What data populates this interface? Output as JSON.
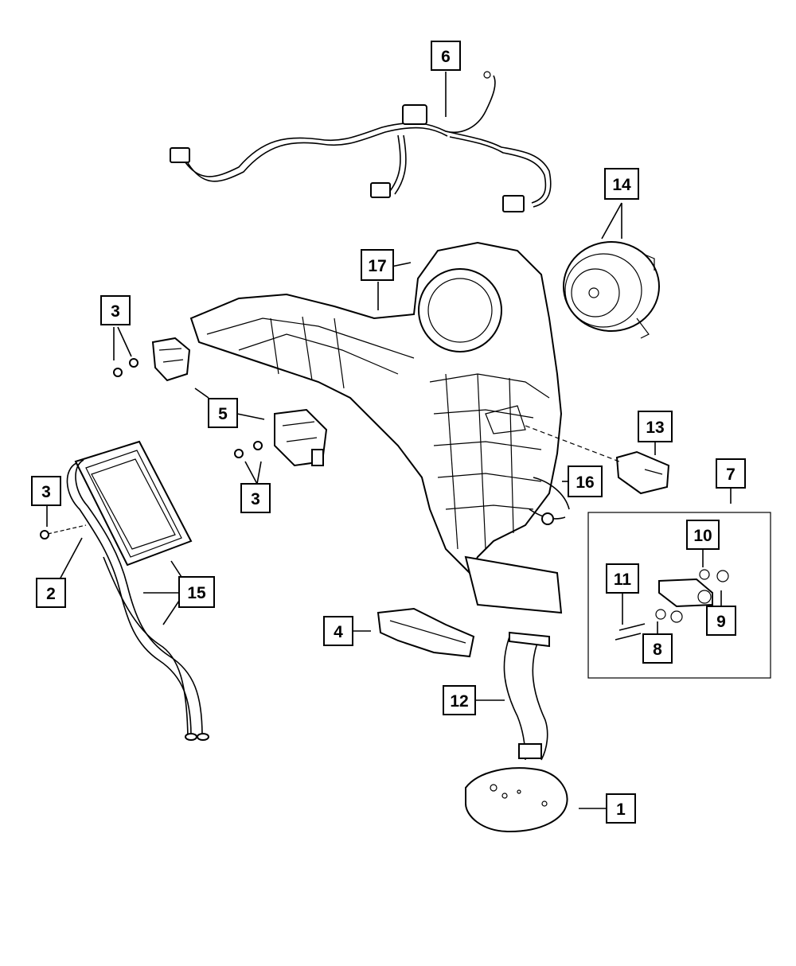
{
  "callouts": [
    {
      "id": "c1",
      "label": "1"
    },
    {
      "id": "c2",
      "label": "2"
    },
    {
      "id": "c3a",
      "label": "3"
    },
    {
      "id": "c3b",
      "label": "3"
    },
    {
      "id": "c3c",
      "label": "3"
    },
    {
      "id": "c4",
      "label": "4"
    },
    {
      "id": "c5",
      "label": "5"
    },
    {
      "id": "c6",
      "label": "6"
    },
    {
      "id": "c7",
      "label": "7"
    },
    {
      "id": "c8",
      "label": "8"
    },
    {
      "id": "c9",
      "label": "9"
    },
    {
      "id": "c10",
      "label": "10"
    },
    {
      "id": "c11",
      "label": "11"
    },
    {
      "id": "c12",
      "label": "12"
    },
    {
      "id": "c13",
      "label": "13"
    },
    {
      "id": "c14",
      "label": "14"
    },
    {
      "id": "c15",
      "label": "15"
    },
    {
      "id": "c16",
      "label": "16"
    },
    {
      "id": "c17",
      "label": "17"
    }
  ]
}
